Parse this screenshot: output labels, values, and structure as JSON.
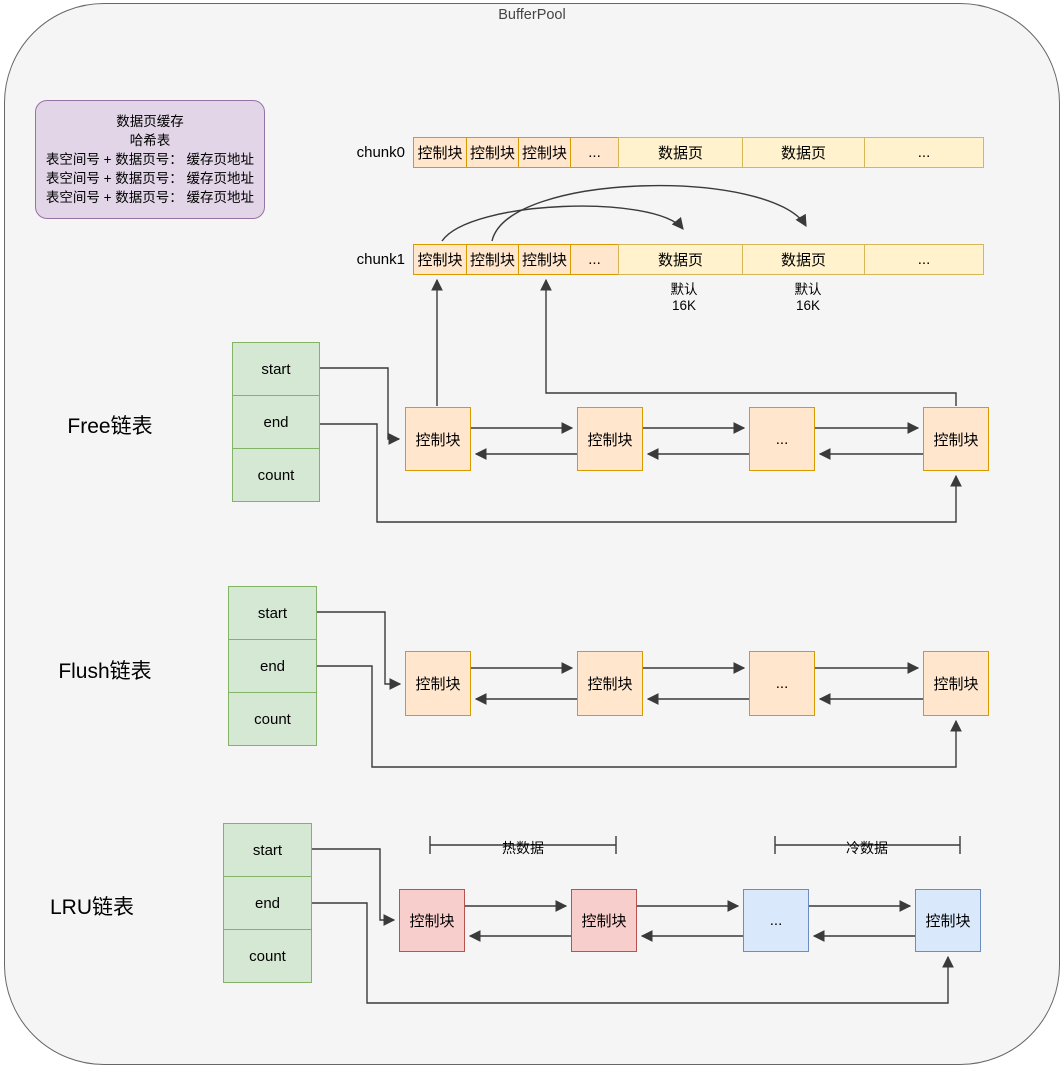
{
  "title": "BufferPool",
  "hash_box": {
    "lines": [
      "数据页缓存",
      "哈希表",
      "表空间号 + 数据页号： 缓存页地址",
      "表空间号 + 数据页号： 缓存页地址",
      "表空间号 + 数据页号： 缓存页地址"
    ]
  },
  "chunks": [
    {
      "label": "chunk0",
      "cells": [
        "控制块",
        "控制块",
        "控制块",
        "...",
        "数据页",
        "数据页",
        "..."
      ]
    },
    {
      "label": "chunk1",
      "cells": [
        "控制块",
        "控制块",
        "控制块",
        "...",
        "数据页",
        "数据页",
        "..."
      ]
    }
  ],
  "page_note": {
    "line1": "默认",
    "line2": "16K"
  },
  "lists": {
    "free": {
      "label": "Free链表",
      "pointers": [
        "start",
        "end",
        "count"
      ],
      "nodes": [
        "控制块",
        "控制块",
        "...",
        "控制块"
      ]
    },
    "flush": {
      "label": "Flush链表",
      "pointers": [
        "start",
        "end",
        "count"
      ],
      "nodes": [
        "控制块",
        "控制块",
        "...",
        "控制块"
      ]
    },
    "lru": {
      "label": "LRU链表",
      "pointers": [
        "start",
        "end",
        "count"
      ],
      "nodes": [
        "控制块",
        "控制块",
        "...",
        "控制块"
      ],
      "hot_label": "热数据",
      "cold_label": "冷数据"
    }
  },
  "colors": {
    "canvas_fill": "#f5f5f5",
    "canvas_border": "#666666",
    "control_fill": "#ffe6cc",
    "control_border": "#d79b00",
    "data_fill": "#fff2cc",
    "data_border": "#d6b656",
    "pointer_fill": "#d5e8d4",
    "pointer_border": "#82b366",
    "hash_fill": "#e1d5e7",
    "hash_border": "#9673a6",
    "hot_fill": "#f8cecc",
    "hot_border": "#b85450",
    "cold_fill": "#dae8fc",
    "cold_border": "#6c8ebf",
    "wire": "#3a3a3a"
  }
}
